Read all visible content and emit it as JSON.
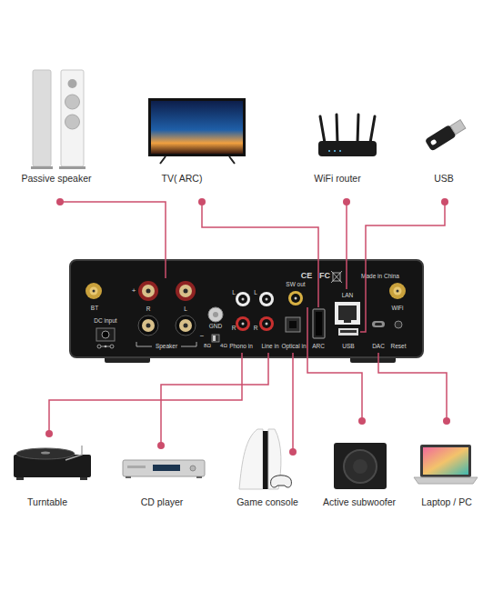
{
  "diagram": {
    "nodes": [
      {
        "text": [
          "Passive speaker"
        ]
      },
      {
        "text": [
          "TV( ARC)"
        ]
      },
      {
        "text": [
          "WiFi router"
        ]
      },
      {
        "text": [
          "USB"
        ]
      },
      {
        "text": [
          "Made in China"
        ]
      },
      {
        "text": [
          "SW out"
        ],
        "in": 4
      },
      {
        "text": [
          "LAN"
        ],
        "in": 4
      },
      {
        "text": [
          "Speaker"
        ],
        "in": 4
      },
      {
        "text": [
          "Phono in"
        ],
        "in": 4
      },
      {
        "text": [
          "Line in"
        ],
        "in": 4
      },
      {
        "text": [
          "Optical in"
        ],
        "in": 4
      },
      {
        "text": [
          "ARC"
        ],
        "in": 4
      },
      {
        "text": [
          "USB"
        ],
        "in": 4
      },
      {
        "text": [
          "DAC"
        ],
        "in": 4
      },
      {
        "text": [
          "Turntable"
        ]
      },
      {
        "text": [
          "CD player"
        ]
      },
      {
        "text": [
          "Game console"
        ]
      },
      {
        "text": [
          "Active subwoofer"
        ]
      },
      {
        "text": [
          "Laptop / PC"
        ]
      }
    ],
    "edges": [
      {
        "from": 0,
        "to": 7,
        "arrow": "none"
      },
      {
        "from": 1,
        "to": 11,
        "arrow": "none"
      },
      {
        "from": 2,
        "to": 6,
        "arrow": "none"
      },
      {
        "from": 3,
        "to": 12,
        "arrow": "none"
      },
      {
        "from": 14,
        "to": 8,
        "arrow": "none"
      },
      {
        "from": 15,
        "to": 9,
        "arrow": "none"
      },
      {
        "from": 16,
        "to": 10,
        "arrow": "none"
      },
      {
        "from": 17,
        "to": 5,
        "arrow": "none"
      },
      {
        "from": 18,
        "to": 13,
        "arrow": "none"
      }
    ],
    "labels": [
      "BT",
      "+",
      "R",
      "L",
      "−",
      "GND",
      "L",
      "L",
      "R",
      "R",
      "8Ω",
      "4Ω",
      "DC input",
      "CE",
      "FC",
      "WiFi",
      "Reset"
    ]
  }
}
